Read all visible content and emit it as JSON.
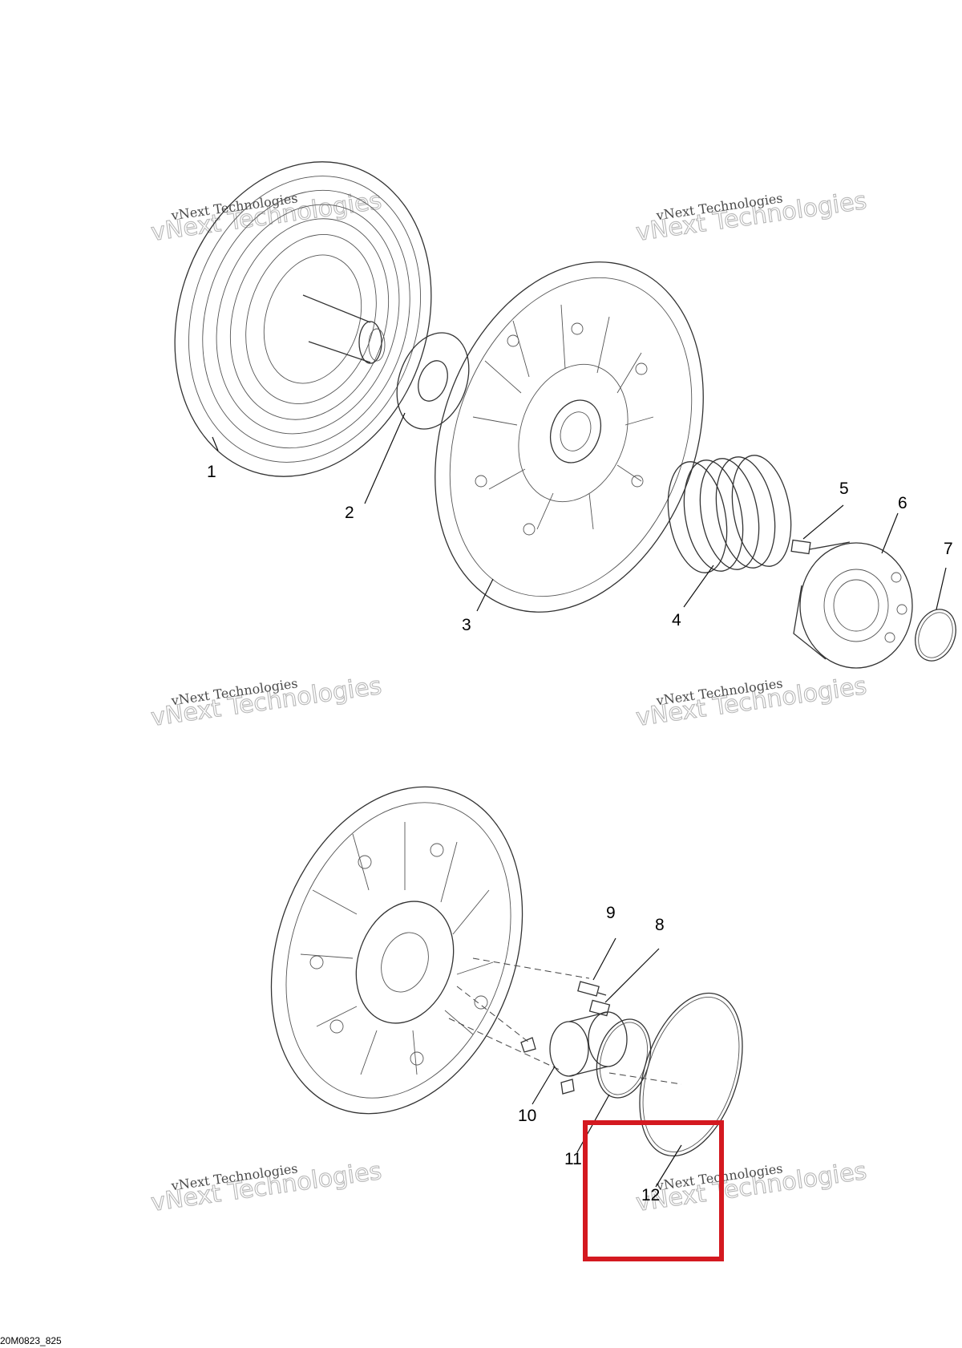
{
  "diagram": {
    "figure_code": "20M0823_825",
    "watermark": {
      "line1": "vNext Technologies",
      "line2": "vNext Technologies"
    },
    "callouts": [
      {
        "id": "1",
        "label": "1"
      },
      {
        "id": "2",
        "label": "2"
      },
      {
        "id": "3",
        "label": "3"
      },
      {
        "id": "4",
        "label": "4"
      },
      {
        "id": "5",
        "label": "5"
      },
      {
        "id": "6",
        "label": "6"
      },
      {
        "id": "7",
        "label": "7"
      },
      {
        "id": "8",
        "label": "8"
      },
      {
        "id": "9",
        "label": "9"
      },
      {
        "id": "10",
        "label": "10"
      },
      {
        "id": "11",
        "label": "11"
      },
      {
        "id": "12",
        "label": "12"
      }
    ],
    "highlight": {
      "target": "12",
      "color": "#d41920"
    }
  }
}
